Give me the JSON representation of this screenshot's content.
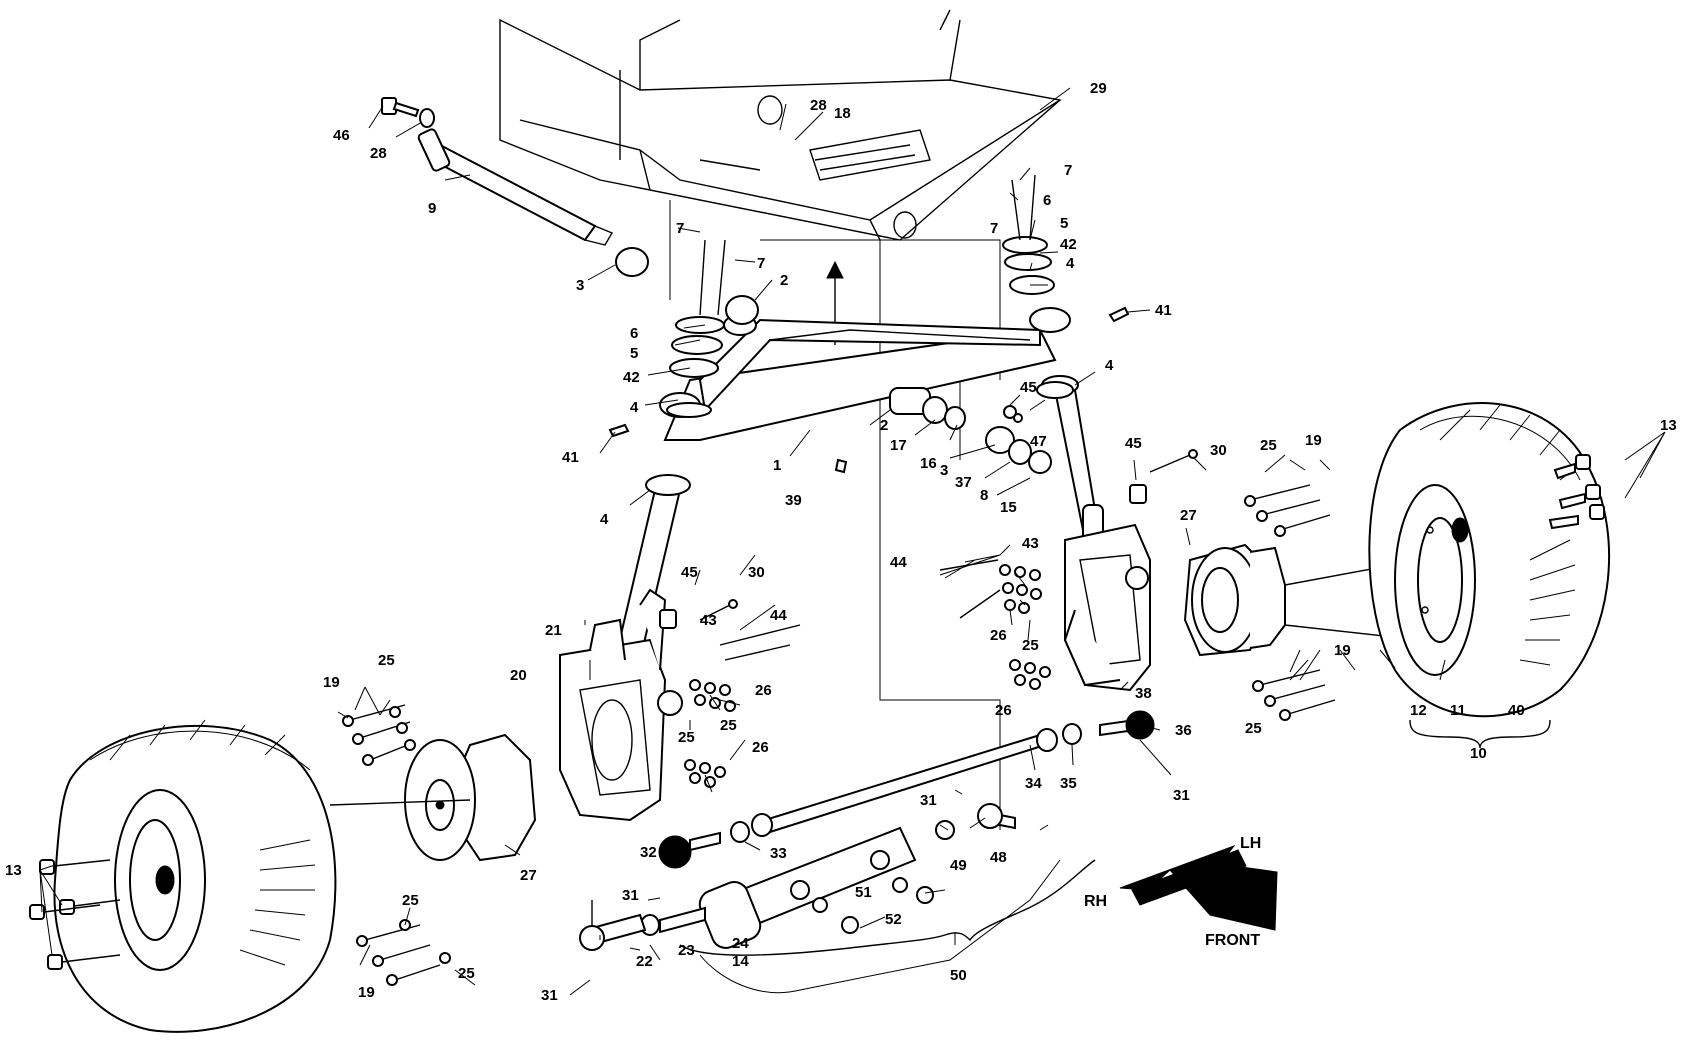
{
  "callouts": {
    "c46": "46",
    "c28a": "28",
    "c28b": "28",
    "c18": "18",
    "c29": "29",
    "c9": "9",
    "c3a": "3",
    "c2a": "2",
    "c7a": "7",
    "c7b": "7",
    "c7c": "7",
    "c7d": "7",
    "c6a": "6",
    "c5a": "5",
    "c42a": "42",
    "c4a": "4",
    "c6b": "6",
    "c5b": "5",
    "c42b": "42",
    "c4b": "4",
    "c41a": "41",
    "c4c": "4",
    "c41b": "41",
    "c4d": "4",
    "c1": "1",
    "c39": "39",
    "c2b": "2",
    "c17": "17",
    "c16": "16",
    "c3b": "3",
    "c37": "37",
    "c8": "8",
    "c15": "15",
    "c45a": "45",
    "c47": "47",
    "c45b": "45",
    "c30a": "30",
    "c25a": "25",
    "c19a": "19",
    "c13a": "13",
    "c27a": "27",
    "c43a": "43",
    "c44a": "44",
    "c26a": "26",
    "c25b": "25",
    "c26b": "26",
    "c38": "38",
    "c19b": "19",
    "c25c": "25",
    "c12": "12",
    "c11": "11",
    "c40": "40",
    "c10": "10",
    "c36": "36",
    "c31a": "31",
    "c35": "35",
    "c34": "34",
    "c31b": "31",
    "c48": "48",
    "c49": "49",
    "c45c": "45",
    "c30b": "30",
    "c43b": "43",
    "c44b": "44",
    "c21": "21",
    "c20": "20",
    "c26c": "26",
    "c25d": "25",
    "c25e": "25",
    "c26d": "26",
    "c19c": "19",
    "c25f": "25",
    "c27b": "27",
    "c13b": "13",
    "c32": "32",
    "c33": "33",
    "c31c": "31",
    "c24": "24",
    "c14": "14",
    "c51": "51",
    "c52": "52",
    "c50": "50",
    "c22": "22",
    "c23": "23",
    "c31d": "31",
    "c25g": "25",
    "c19d": "19",
    "c25h": "25"
  },
  "direction": {
    "lh": "LH",
    "rh": "RH",
    "front": "FRONT"
  }
}
